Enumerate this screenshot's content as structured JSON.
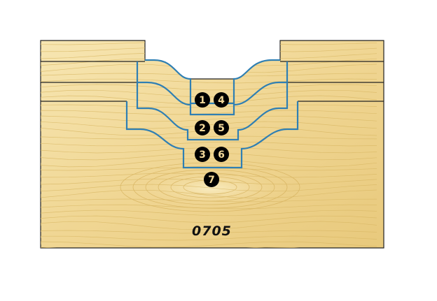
{
  "diagram": {
    "product_code": "0705",
    "profile_markers": [
      "1",
      "4",
      "2",
      "5",
      "3",
      "6",
      "7"
    ],
    "colors": {
      "wood_light": "#f6e3aa",
      "wood_mid": "#eed28c",
      "wood_dark": "#dcbb6d",
      "profile_line": "#2f7fb3",
      "edge_line": "#222222",
      "marker_fill": "#000000"
    }
  }
}
